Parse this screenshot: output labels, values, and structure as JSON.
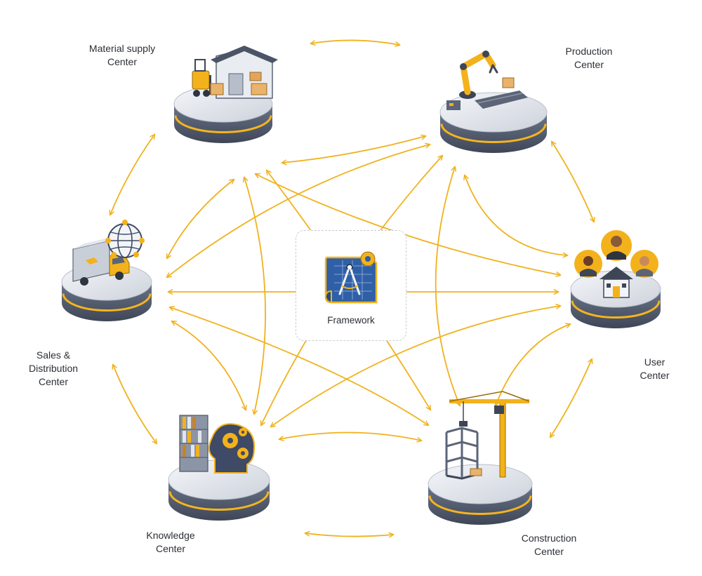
{
  "colors": {
    "arrow": "#F0B21E",
    "platform_top": "#E7EAF0",
    "platform_side": "#5A6478",
    "platform_glow": "#F5B41F",
    "accent": "#F0B21E"
  },
  "framework": {
    "label": "Framework",
    "icon": "blueprint-compass-gear-icon"
  },
  "centers": [
    {
      "id": "material",
      "label": "Material supply\nCenter",
      "icon": "forklift-warehouse-icon"
    },
    {
      "id": "production",
      "label": "Production\nCenter",
      "icon": "robotic-arm-conveyor-icon"
    },
    {
      "id": "sales",
      "label": "Sales &\nDistribution\nCenter",
      "icon": "delivery-truck-globe-icon"
    },
    {
      "id": "user",
      "label": "User\nCenter",
      "icon": "users-house-icon"
    },
    {
      "id": "knowledge",
      "label": "Knowledge\nCenter",
      "icon": "bookshelf-brain-gears-icon"
    },
    {
      "id": "construction",
      "label": "Construction\nCenter",
      "icon": "tower-crane-building-icon"
    }
  ]
}
